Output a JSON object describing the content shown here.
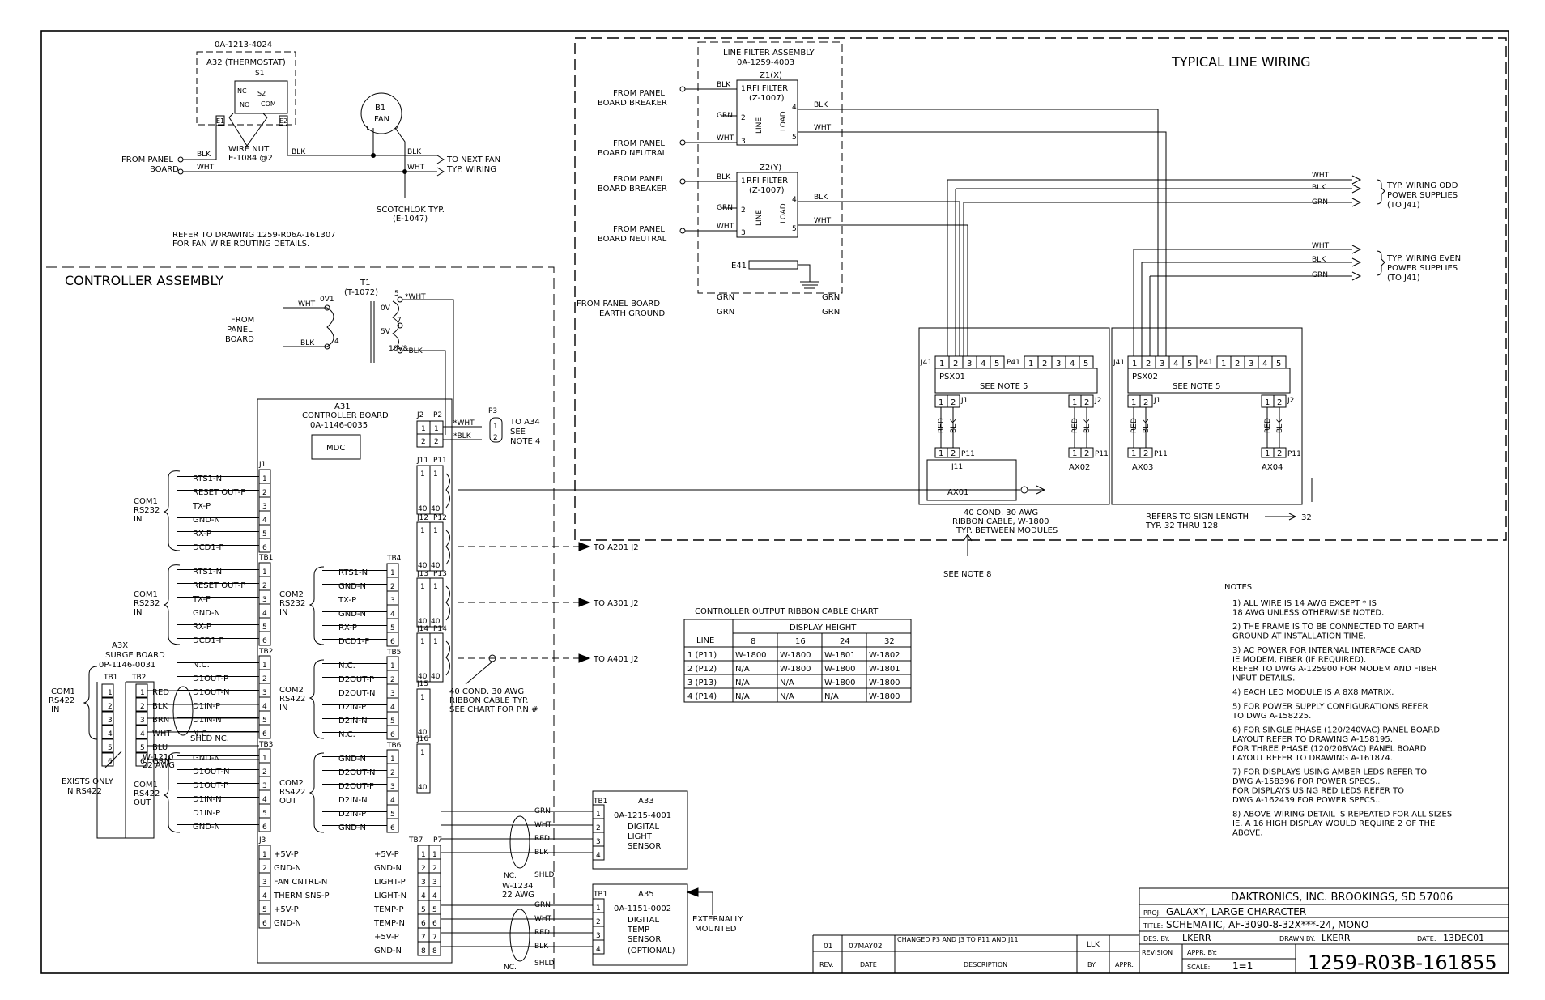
{
  "thermostat": {
    "part": "0A-1213-4024",
    "title": "A32 (THERMOSTAT)",
    "s1": "S1",
    "nc": "NC",
    "s2": "S2",
    "no": "NO",
    "com": "COM",
    "e1": "E1",
    "e2": "E2",
    "wirenut1": "WIRE NUT",
    "wirenut2": "E-1084 @2"
  },
  "fan": {
    "b1": "B1",
    "label": "FAN",
    "p1": "1",
    "p2": "2"
  },
  "fan_wiring": {
    "from1": "FROM PANEL",
    "from2": "BOARD",
    "blk": "BLK",
    "wht": "WHT",
    "next1": "TO NEXT FAN",
    "next2": "TYP. WIRING",
    "scotch1": "SCOTCHLOK TYP.",
    "scotch2": "(E-1047)",
    "refer1": "REFER TO DRAWING 1259-R06A-161307",
    "refer2": "FOR FAN WIRE ROUTING DETAILS."
  },
  "controller": {
    "title": "CONTROLLER ASSEMBLY",
    "t1": "T1",
    "t1part": "(T-1072)",
    "from1": "FROM",
    "from2": "PANEL",
    "from3": "BOARD",
    "wht": "WHT",
    "blk": "BLK",
    "v0": "0V",
    "v0b": "0V1",
    "v5": "5V",
    "v10": "10V8",
    "t5": "5",
    "t7": "7",
    "t4": "4",
    "starwht": "*WHT",
    "starblk": "*BLK",
    "a31": "A31",
    "a31a": "CONTROLLER BOARD",
    "a31b": "0A-1146-0035",
    "mdc": "MDC",
    "j2": "J2",
    "p2": "P2",
    "p3": "P3",
    "toa34a": "TO A34",
    "toa34b": "SEE",
    "toa34c": "NOTE 4",
    "j1": "J1",
    "tb1": "TB1",
    "tb2": "TB2",
    "tb3": "TB3",
    "tb4": "TB4",
    "tb5": "TB5",
    "tb6": "TB6",
    "tb7": "TB7",
    "p7": "P7",
    "j3": "J3",
    "com1a": "COM1",
    "com1b": "RS232",
    "com1c": "IN",
    "com2a": "COM2",
    "com2b": "RS232",
    "com2c": "IN",
    "com2r1": "COM2",
    "com2r2": "RS422",
    "com2r3": "IN",
    "com2o1": "COM2",
    "com2o2": "RS422",
    "com2o3": "OUT",
    "com1r1": "COM1",
    "com1r2": "RS422",
    "com1r3": "IN",
    "com1o1": "COM1",
    "com1o2": "RS422",
    "com1o3": "OUT",
    "a3x1": "A3X",
    "a3x2": "SURGE BOARD",
    "a3x3": "0P-1146-0031",
    "com1s1": "COM1",
    "com1s2": "RS232",
    "com1s3": "IN",
    "exists1": "EXISTS ONLY",
    "exists2": "IN RS422",
    "w1210a": "W-1210",
    "w1210b": "22 AWG",
    "j1sigs": [
      "RTS1-N",
      "RESET OUT-P",
      "TX-P",
      "GND-N",
      "RX-P",
      "DCD1-P"
    ],
    "tb1sigs": [
      "RTS1-N",
      "RESET OUT-P",
      "TX-P",
      "GND-N",
      "RX-P",
      "DCD1-P"
    ],
    "tb4sigs": [
      "RTS1-N",
      "GND-N",
      "TX-P",
      "GND-N",
      "RX-P",
      "DCD1-P"
    ],
    "tb2sigs": [
      "N.C.",
      "D1OUT-P",
      "D1OUT-N",
      "D1IN-P",
      "D1IN-N",
      "N.C."
    ],
    "tb5sigs": [
      "N.C.",
      "D2OUT-P",
      "D2OUT-N",
      "D2IN-P",
      "D2IN-N",
      "N.C."
    ],
    "tb3sigs": [
      "GND-N",
      "D1OUT-N",
      "D1OUT-P",
      "D1IN-N",
      "D1IN-P",
      "GND-N"
    ],
    "tb6sigs": [
      "GND-N",
      "D2OUT-N",
      "D2OUT-P",
      "D2IN-N",
      "D2IN-P",
      "GND-N"
    ],
    "surgecolors": [
      "RED",
      "BLK",
      "BRN",
      "WHT",
      "BLU",
      "GRN"
    ],
    "shld": "SHLD NC.",
    "j3sigs": [
      "+5V-P",
      "GND-N",
      "FAN CNTRL-N",
      "THERM SNS-P",
      "+5V-P",
      "GND-N"
    ],
    "tb7sigs": [
      "+5V-P",
      "GND-N",
      "LIGHT-P",
      "LIGHT-N",
      "TEMP-P",
      "TEMP-N",
      "+5V-P",
      "GND-N"
    ],
    "j11": "J11",
    "p11": "P11",
    "j12": "J12",
    "p12": "P12",
    "j13": "J13",
    "p13": "P13",
    "j14": "J14",
    "p14": "P14",
    "j15": "J15",
    "j16": "J16",
    "n40": "40",
    "n1": "1",
    "toa201": "TO A201 J2",
    "toa301": "TO A301 J2",
    "toa401": "TO A401 J2",
    "rib1": "40 COND. 30 AWG",
    "rib2": "RIBBON CABLE TYP.",
    "rib3": "SEE CHART FOR P.N.#",
    "a33": "A33",
    "a33p": "0A-1215-4001",
    "a33a": "DIGITAL",
    "a33b": "LIGHT",
    "a33c": "SENSOR",
    "a35": "A35",
    "a35p": "0A-1151-0002",
    "a35a": "DIGITAL",
    "a35b": "TEMP",
    "a35c": "SENSOR",
    "a35d": "(OPTIONAL)",
    "ext1": "EXTERNALLY",
    "ext2": "MOUNTED",
    "w1234a": "W-1234",
    "w1234b": "22 AWG",
    "wcolors": [
      "GRN",
      "WHT",
      "RED",
      "BLK"
    ],
    "shldw": "SHLD",
    "nc": "NC."
  },
  "line_wiring": {
    "title": "TYPICAL LINE WIRING",
    "lfa1": "LINE FILTER ASSEMBLY",
    "lfa2": "0A-1259-4003",
    "z1": "Z1(X)",
    "z1a": "RFI FILTER",
    "z1b": "(Z-1007)",
    "z2": "Z2(Y)",
    "z2a": "RFI FILTER",
    "z2b": "(Z-1007)",
    "line": "LINE",
    "load": "LOAD",
    "e41": "E41",
    "brk1": "FROM PANEL",
    "brk2": "BOARD BREAKER",
    "neu1": "FROM PANEL",
    "neu2": "BOARD NEUTRAL",
    "earth1": "FROM PANEL BOARD",
    "earth2": "EARTH GROUND",
    "blk": "BLK",
    "wht": "WHT",
    "grn": "GRN",
    "odd1": "TYP. WIRING ODD",
    "odd2": "POWER SUPPLIES",
    "odd3": "(TO J41)",
    "even1": "TYP. WIRING EVEN",
    "even2": "POWER SUPPLIES",
    "even3": "(TO J41)",
    "j41": "J41",
    "p41": "P41",
    "psx01": "PSX01",
    "psx02": "PSX02",
    "note5": "SEE NOTE 5",
    "red": "RED",
    "ax01": "AX01",
    "ax02": "AX02",
    "ax03": "AX03",
    "ax04": "AX04",
    "rib1": "40 COND. 30 AWG",
    "rib2": "RIBBON CABLE,  W-1800",
    "rib3": "TYP. BETWEEN MODULES",
    "refer1": "REFERS TO SIGN LENGTH",
    "refer2": "TYP. 32 THRU 128",
    "n32": "32",
    "note8": "SEE NOTE 8"
  },
  "chart": {
    "title": "CONTROLLER OUTPUT RIBBON CABLE CHART",
    "height_header": "DISPLAY HEIGHT",
    "line_header": "LINE",
    "columns": [
      "8",
      "16",
      "24",
      "32"
    ],
    "rows": [
      {
        "line": "1  (P11)",
        "vals": [
          "W-1800",
          "W-1800",
          "W-1801",
          "W-1802"
        ]
      },
      {
        "line": "2  (P12)",
        "vals": [
          "N/A",
          "W-1800",
          "W-1800",
          "W-1801"
        ]
      },
      {
        "line": "3  (P13)",
        "vals": [
          "N/A",
          "N/A",
          "W-1800",
          "W-1800"
        ]
      },
      {
        "line": "4  (P14)",
        "vals": [
          "N/A",
          "N/A",
          "N/A",
          "W-1800"
        ]
      }
    ]
  },
  "notes": {
    "title": "NOTES",
    "items": [
      [
        "1)  ALL WIRE IS 14 AWG EXCEPT * IS",
        "      18 AWG UNLESS OTHERWISE NOTED."
      ],
      [
        "2)  THE FRAME IS TO BE CONNECTED TO EARTH",
        "      GROUND AT INSTALLATION TIME."
      ],
      [
        "3)  AC POWER FOR INTERNAL INTERFACE CARD",
        "      IE MODEM, FIBER (IF REQUIRED).",
        "      REFER TO DWG A-125900 FOR MODEM AND FIBER",
        "      INPUT DETAILS."
      ],
      [
        "4)  EACH LED MODULE IS A 8X8 MATRIX."
      ],
      [
        "5)  FOR POWER SUPPLY CONFIGURATIONS REFER",
        "      TO DWG A-158225."
      ],
      [
        "6)  FOR SINGLE PHASE (120/240VAC) PANEL BOARD",
        "      LAYOUT REFER TO DRAWING A-158195.",
        "      FOR THREE PHASE (120/208VAC) PANEL BOARD",
        "      LAYOUT REFER TO DRAWING A-161874."
      ],
      [
        "7)  FOR DISPLAYS USING AMBER LEDS REFER TO",
        "      DWG A-158396 FOR POWER SPECS..",
        "      FOR DISPLAYS USING RED LEDS REFER TO",
        "      DWG A-162439 FOR POWER SPECS.."
      ],
      [
        "8)  ABOVE WIRING DETAIL IS REPEATED FOR ALL SIZES",
        "      IE. A 16 HIGH DISPLAY WOULD REQUIRE 2 OF THE",
        "      ABOVE."
      ]
    ]
  },
  "revision": {
    "rev": "01",
    "date": "07MAY02",
    "desc": "CHANGED P3 AND J3 TO P11 AND J11",
    "by": "LLK",
    "h_rev": "REV.",
    "h_date": "DATE",
    "h_desc": "DESCRIPTION",
    "h_by": "BY",
    "h_appr": "APPR."
  },
  "titleblock": {
    "company": "DAKTRONICS, INC.   BROOKINGS, SD  57006",
    "proj_label": "PROJ:",
    "proj": "GALAXY, LARGE CHARACTER",
    "title_label": "TITLE:",
    "title": "SCHEMATIC, AF-3090-8-32X***-24, MONO",
    "des_label": "DES. BY:",
    "des": "LKERR",
    "drawn_label": "DRAWN BY:",
    "drawn": "LKERR",
    "date_label": "DATE:",
    "date": "13DEC01",
    "revision_label": "REVISION",
    "appr_label": "APPR. BY:",
    "scale_label": "SCALE:",
    "scale": "1=1",
    "dwg": "1259-R03B-161855"
  }
}
